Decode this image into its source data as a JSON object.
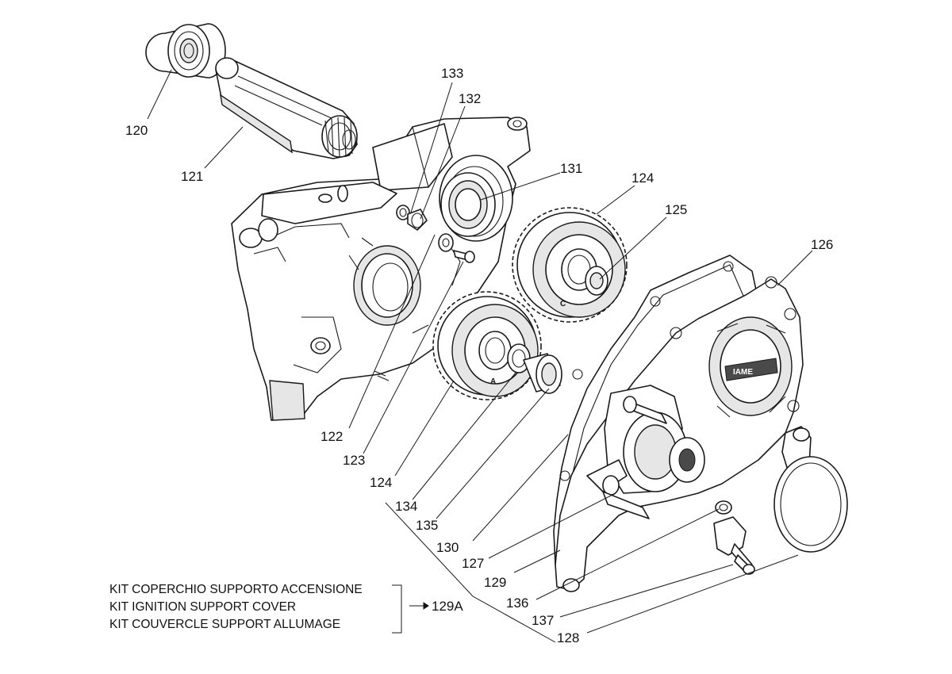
{
  "callouts": {
    "c120": "120",
    "c121": "121",
    "c133": "133",
    "c132": "132",
    "c131": "131",
    "c124a": "124",
    "c125": "125",
    "c126": "126",
    "c122": "122",
    "c123": "123",
    "c124b": "124",
    "c134": "134",
    "c135": "135",
    "c130": "130",
    "c127": "127",
    "c129": "129",
    "c136": "136",
    "c137": "137",
    "c128": "128",
    "c129a": "129A"
  },
  "kit": {
    "line_it": "KIT COPERCHIO SUPPORTO ACCENSIONE",
    "line_en": "KIT IGNITION SUPPORT COVER",
    "line_fr": "KIT COUVERCLE SUPPORT ALLUMAGE"
  },
  "gear_marks": {
    "gear_c": "C",
    "gear_a": "A"
  },
  "cover_logo": "IAME"
}
